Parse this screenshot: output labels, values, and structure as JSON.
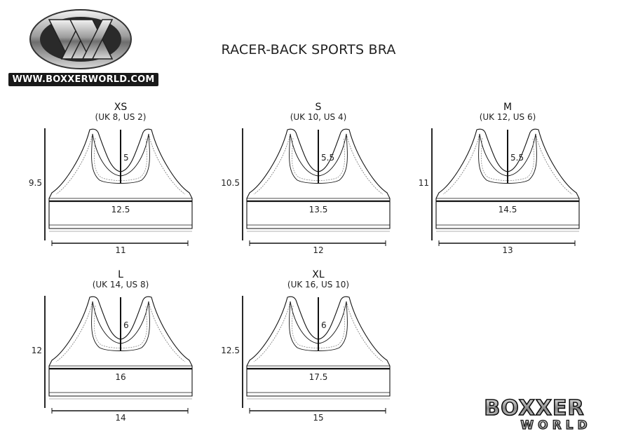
{
  "header": {
    "url": "WWW.BOXXERWORLD.COM",
    "title": "RACER-BACK SPORTS BRA"
  },
  "brand": {
    "logo_word_top": "BOXXER",
    "logo_word_bottom": "WORLD"
  },
  "sizes": [
    {
      "name": "XS",
      "sub": "(UK 8, US 2)",
      "height": "9.5",
      "back": "5",
      "chest": "12.5",
      "hem": "11"
    },
    {
      "name": "S",
      "sub": "(UK 10, US 4)",
      "height": "10.5",
      "back": "5.5",
      "chest": "13.5",
      "hem": "12"
    },
    {
      "name": "M",
      "sub": "(UK 12, US 6)",
      "height": "11",
      "back": "5.5",
      "chest": "14.5",
      "hem": "13"
    },
    {
      "name": "L",
      "sub": "(UK 14, US 8)",
      "height": "12",
      "back": "6",
      "chest": "16",
      "hem": "14"
    },
    {
      "name": "XL",
      "sub": "(UK 16, US 10)",
      "height": "12.5",
      "back": "6",
      "chest": "17.5",
      "hem": "15"
    }
  ],
  "colors": {
    "line": "#111111",
    "stitch": "#666666",
    "logo_silver": "#9a9a9a"
  }
}
